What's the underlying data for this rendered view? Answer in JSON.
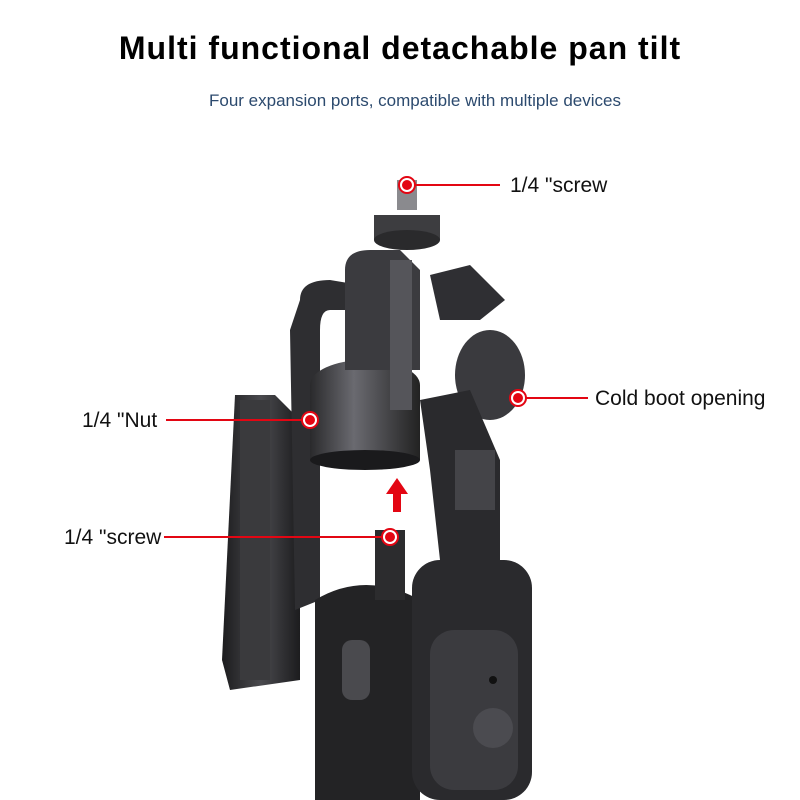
{
  "header": {
    "title": "Multi functional detachable pan tilt",
    "subtitle": "Four expansion ports, compatible with multiple devices"
  },
  "callouts": [
    {
      "label": "1/4 \"screw"
    },
    {
      "label": "Cold boot opening"
    },
    {
      "label": "1/4 \"Nut"
    },
    {
      "label": "1/4 \"screw"
    }
  ],
  "colors": {
    "accent": "#e30613",
    "subtitle": "#2c4a6e",
    "device": "#2b2b2d"
  }
}
